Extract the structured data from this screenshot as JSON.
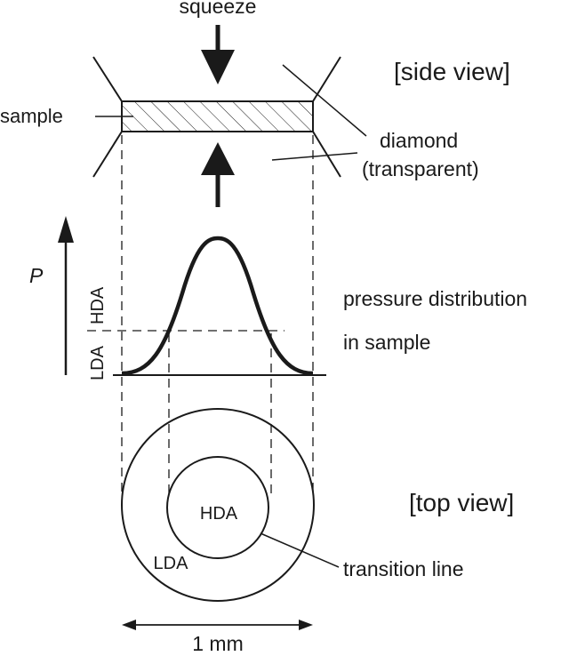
{
  "labels": {
    "squeeze": "squeeze",
    "side_view": "[side view]",
    "sample": "sample",
    "diamond_line1": "diamond",
    "diamond_line2": "(transparent)",
    "pressure_axis": "P",
    "hda_axis": "HDA",
    "lda_axis": "LDA",
    "pressure_line1": "pressure distribution",
    "pressure_line2": "in sample",
    "top_view": "[top view]",
    "hda_region": "HDA",
    "lda_region": "LDA",
    "transition_line": "transition line",
    "scale": "1 mm"
  },
  "colors": {
    "ink": "#1a1a1a",
    "background": "#ffffff"
  }
}
